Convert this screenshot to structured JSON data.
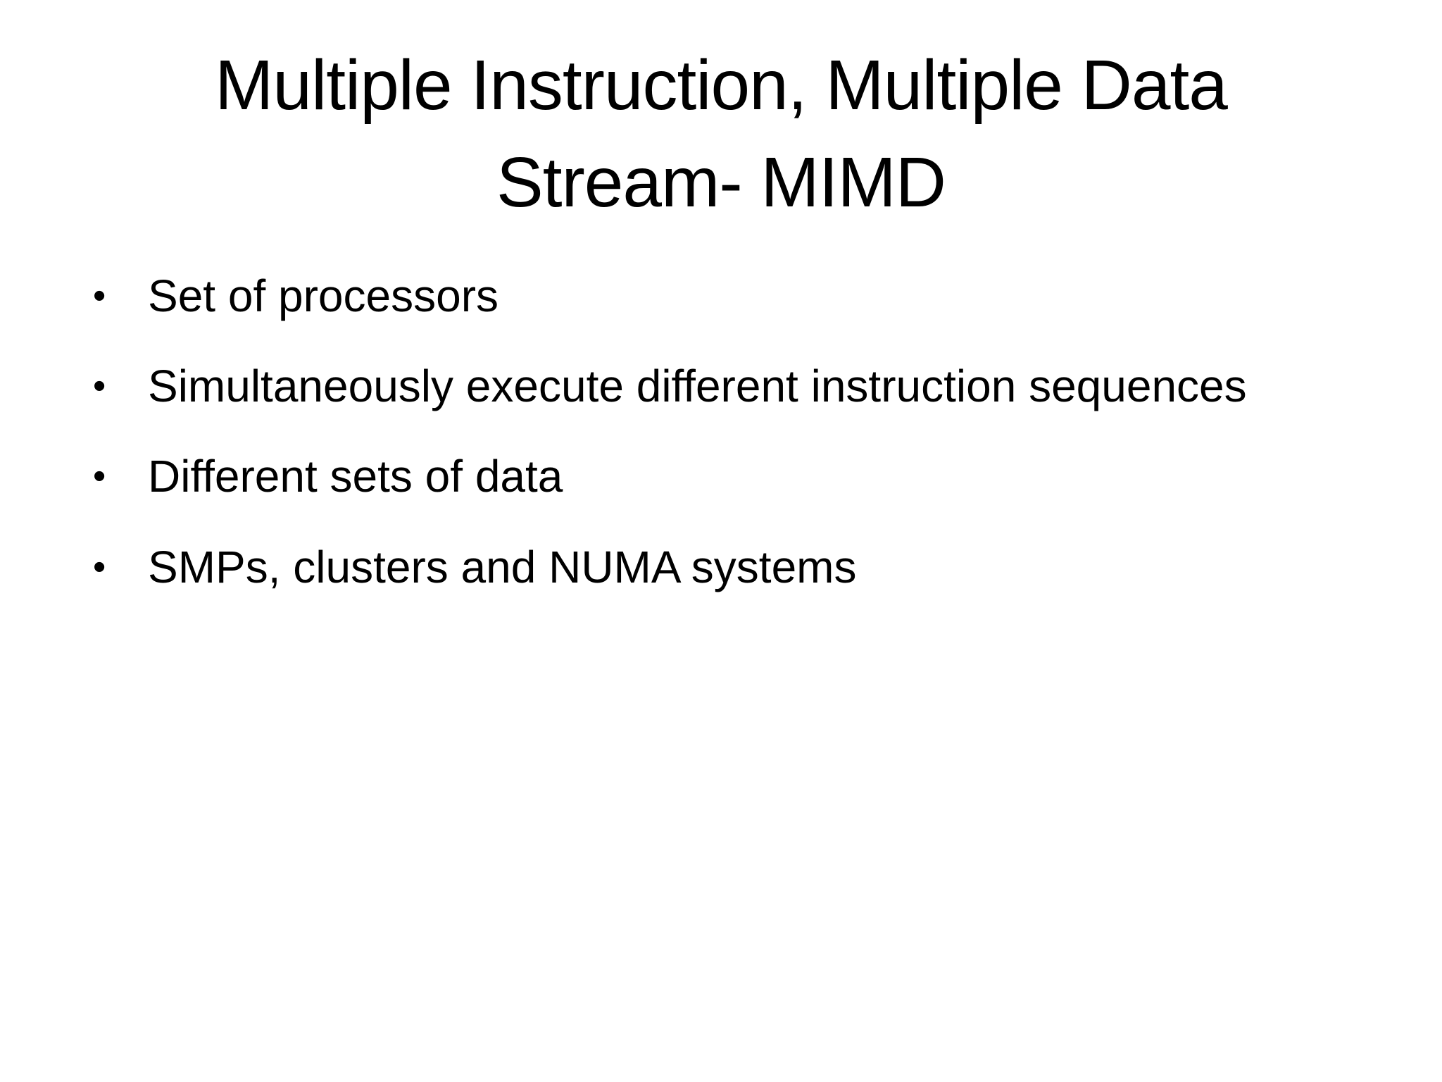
{
  "slide": {
    "title": {
      "line1": "Multiple Instruction, Multiple Data",
      "line2": "Stream- MIMD"
    },
    "bullet_char": "•",
    "bullets": [
      "Set of processors",
      "Simultaneously execute different instruction sequences",
      "Different sets of data",
      "SMPs, clusters and NUMA systems"
    ],
    "colors": {
      "background": "#ffffff",
      "text": "#000000"
    }
  }
}
